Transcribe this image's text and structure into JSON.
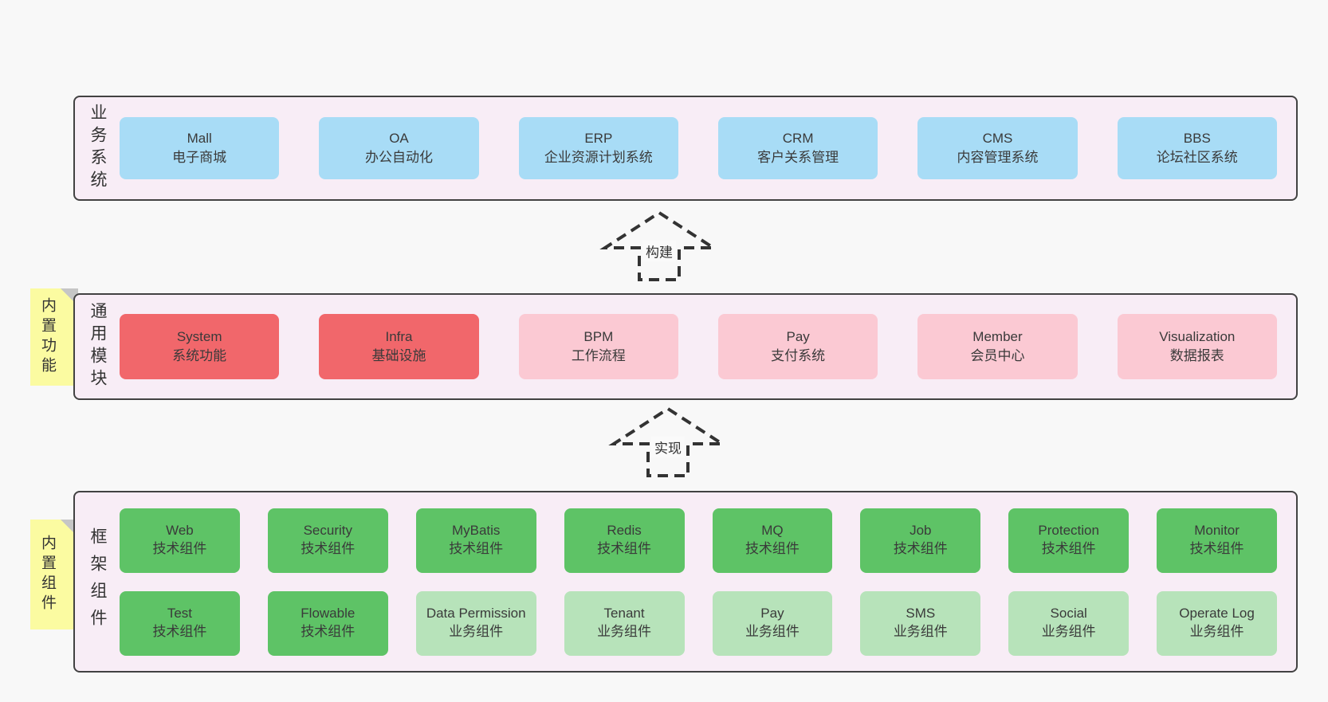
{
  "colors": {
    "page_bg": "#f8f8f8",
    "band_bg": "#f8edf6",
    "band_border": "#424242",
    "box_blue": "#a8dcf6",
    "box_red": "#f1676b",
    "box_pink": "#fbc9d3",
    "box_green": "#5ec366",
    "box_light_green": "#b7e3ba",
    "note_yellow": "#fbfba1",
    "note_fold_gray": "#c6c6c6",
    "text": "#3a3a3a",
    "arrow_stroke": "#333333"
  },
  "bands": [
    {
      "label": "业务系统",
      "items": [
        {
          "title": "Mall",
          "subtitle": "电子商城"
        },
        {
          "title": "OA",
          "subtitle": "办公自动化"
        },
        {
          "title": "ERP",
          "subtitle": "企业资源计划系统"
        },
        {
          "title": "CRM",
          "subtitle": "客户关系管理"
        },
        {
          "title": "CMS",
          "subtitle": "内容管理系统"
        },
        {
          "title": "BBS",
          "subtitle": "论坛社区系统"
        }
      ]
    },
    {
      "label": "通用模块",
      "note": "内置功能",
      "items": [
        {
          "title": "System",
          "subtitle": "系统功能"
        },
        {
          "title": "Infra",
          "subtitle": "基础设施"
        },
        {
          "title": "BPM",
          "subtitle": "工作流程"
        },
        {
          "title": "Pay",
          "subtitle": "支付系统"
        },
        {
          "title": "Member",
          "subtitle": "会员中心"
        },
        {
          "title": "Visualization",
          "subtitle": "数据报表"
        }
      ]
    },
    {
      "label": "框架组件",
      "note": "内置组件",
      "row1": [
        {
          "title": "Web",
          "subtitle": "技术组件"
        },
        {
          "title": "Security",
          "subtitle": "技术组件"
        },
        {
          "title": "MyBatis",
          "subtitle": "技术组件"
        },
        {
          "title": "Redis",
          "subtitle": "技术组件"
        },
        {
          "title": "MQ",
          "subtitle": "技术组件"
        },
        {
          "title": "Job",
          "subtitle": "技术组件"
        },
        {
          "title": "Protection",
          "subtitle": "技术组件"
        },
        {
          "title": "Monitor",
          "subtitle": "技术组件"
        }
      ],
      "row2": [
        {
          "title": "Test",
          "subtitle": "技术组件"
        },
        {
          "title": "Flowable",
          "subtitle": "技术组件"
        },
        {
          "title": "Data Permission",
          "subtitle": "业务组件"
        },
        {
          "title": "Tenant",
          "subtitle": "业务组件"
        },
        {
          "title": "Pay",
          "subtitle": "业务组件"
        },
        {
          "title": "SMS",
          "subtitle": "业务组件"
        },
        {
          "title": "Social",
          "subtitle": "业务组件"
        },
        {
          "title": "Operate Log",
          "subtitle": "业务组件"
        }
      ]
    }
  ],
  "arrows": [
    {
      "label": "构建"
    },
    {
      "label": "实现"
    }
  ]
}
